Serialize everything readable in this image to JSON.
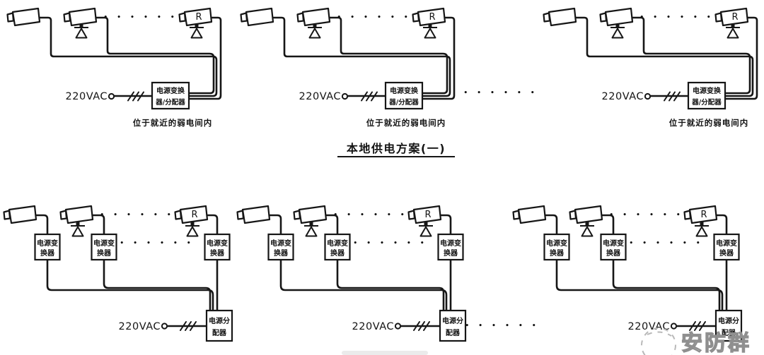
{
  "diagram": {
    "dots": "• • • • • •",
    "top": {
      "title": "本地供电方案(一)",
      "groups": [
        {
          "voltage": "220VAC",
          "box_line1": "电源变换",
          "box_line2": "器/分配器",
          "caption": "位于就近的弱电间内",
          "repeater": "R"
        },
        {
          "voltage": "220VAC",
          "box_line1": "电源变换",
          "box_line2": "器/分配器",
          "caption": "位于就近的弱电间内",
          "repeater": "R"
        },
        {
          "voltage": "220VAC",
          "box_line1": "电源变换",
          "box_line2": "器/分配器",
          "caption": "位于就近的弱电间内",
          "repeater": "R"
        }
      ]
    },
    "bottom": {
      "groups": [
        {
          "voltage": "220VAC",
          "converter_line1": "电源变",
          "converter_line2": "换器",
          "distributor_line1": "电源分",
          "distributor_line2": "配器",
          "repeater": "R"
        },
        {
          "voltage": "220VAC",
          "converter_line1": "电源变",
          "converter_line2": "换器",
          "distributor_line1": "电源分",
          "distributor_line2": "配器",
          "repeater": "R"
        },
        {
          "voltage": "220VAC",
          "converter_line1": "电源变",
          "converter_line2": "换器",
          "distributor_line1": "电源分",
          "distributor_line2": "配器",
          "repeater": "R"
        }
      ]
    },
    "watermark": "安防群",
    "colors": {
      "line": "#161616",
      "watermark": "#8f8f8f",
      "background": "#ffffff"
    }
  }
}
